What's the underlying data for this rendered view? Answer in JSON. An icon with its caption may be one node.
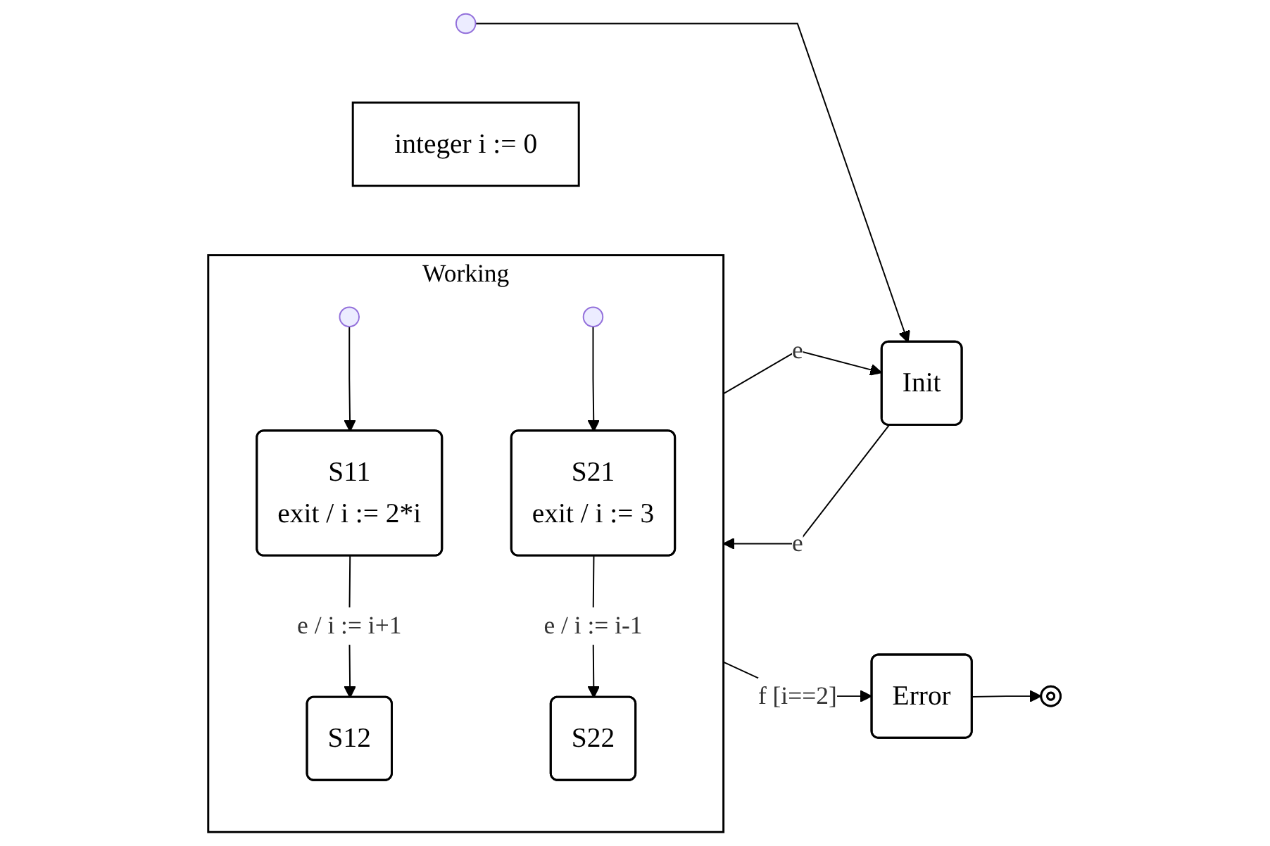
{
  "diagram": {
    "nodes": [
      {
        "text": [
          "integer i := 0"
        ]
      },
      {
        "text": [],
        "shape": "circle"
      },
      {
        "text": [
          "Init"
        ]
      },
      {
        "text": [
          "Working"
        ]
      },
      {
        "text": [],
        "shape": "circle",
        "in": 3
      },
      {
        "text": [
          "S11",
          "exit / i := 2*i"
        ],
        "in": 3
      },
      {
        "text": [
          "S12"
        ],
        "in": 3
      },
      {
        "text": [],
        "shape": "circle",
        "in": 3
      },
      {
        "text": [
          "S21",
          "exit / i := 3"
        ],
        "in": 3
      },
      {
        "text": [
          "S22"
        ],
        "in": 3
      },
      {
        "text": [
          "Error"
        ]
      },
      {
        "text": [],
        "shape": "circle"
      }
    ],
    "edges": [
      {
        "from": 1,
        "to": 2,
        "arrow": "to"
      },
      {
        "from": 2,
        "to": 3,
        "arrow": "to",
        "label": "e"
      },
      {
        "from": 4,
        "to": 5,
        "arrow": "to"
      },
      {
        "from": 5,
        "to": 6,
        "arrow": "to",
        "label": "e / i := i+1"
      },
      {
        "from": 7,
        "to": 8,
        "arrow": "to"
      },
      {
        "from": 8,
        "to": 9,
        "arrow": "to",
        "label": "e / i := i-1"
      },
      {
        "from": 3,
        "to": 2,
        "arrow": "to",
        "label": "e"
      },
      {
        "from": 3,
        "to": 10,
        "arrow": "to",
        "label": "f [i==2]"
      },
      {
        "from": 10,
        "to": 11,
        "arrow": "to"
      }
    ]
  }
}
